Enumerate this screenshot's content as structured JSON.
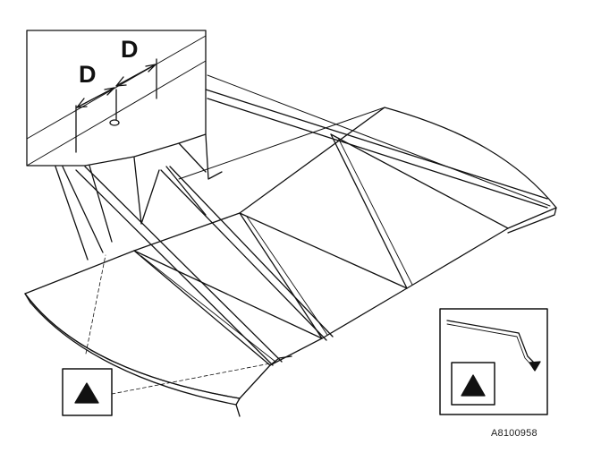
{
  "diagram": {
    "dimension_label_left": "D",
    "dimension_label_right": "D",
    "reference_code": "A8100958",
    "symbols": {
      "callout_marker": "triangle-warning-icon",
      "detail_marker": "triangle-warning-icon"
    },
    "colors": {
      "line": "#111111",
      "fill": "#ffffff"
    }
  }
}
